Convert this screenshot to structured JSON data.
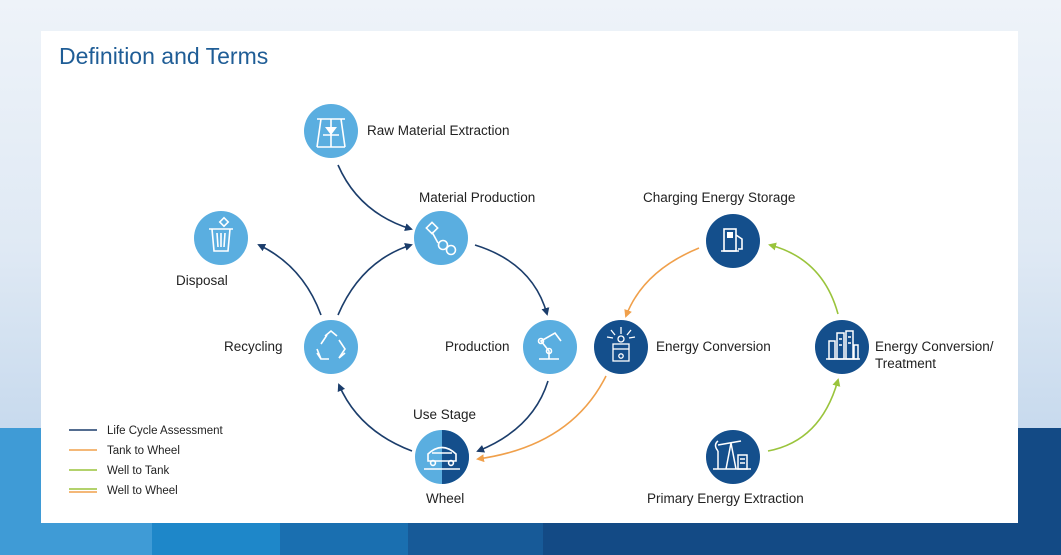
{
  "title": "Definition and Terms",
  "colors": {
    "lca": "#1b3d6b",
    "tank_to_wheel": "#f0a04b",
    "well_to_tank": "#9ac43c",
    "light_node": "#5aaee0",
    "dark_node": "#144f8c"
  },
  "nodes": {
    "raw_material": {
      "label": "Raw Material Extraction",
      "icon": "mine-tower-icon"
    },
    "material_production": {
      "label": "Material Production",
      "icon": "robot-arm-gears-icon"
    },
    "production": {
      "label": "Production",
      "icon": "robot-arm-icon"
    },
    "use_stage": {
      "label": "Use Stage",
      "sublabel": "Wheel",
      "icon": "car-icon"
    },
    "recycling": {
      "label": "Recycling",
      "icon": "recycle-icon"
    },
    "disposal": {
      "label": "Disposal",
      "icon": "trash-bin-icon"
    },
    "charging": {
      "label": "Charging Energy Storage",
      "icon": "fuel-pump-icon"
    },
    "energy_conversion": {
      "label": "Energy Conversion",
      "icon": "sun-panel-icon"
    },
    "conversion_treatment": {
      "label_line1": "Energy Conversion/",
      "label_line2": "Treatment",
      "icon": "refinery-icon"
    },
    "primary_extraction": {
      "label": "Primary Energy Extraction",
      "icon": "pump-jack-icon"
    }
  },
  "legend": [
    {
      "label": "Life Cycle Assessment",
      "color": "#1b3d6b",
      "double": false
    },
    {
      "label": "Tank to Wheel",
      "color": "#f0a04b",
      "double": false
    },
    {
      "label": "Well to Tank",
      "color": "#9ac43c",
      "double": false
    },
    {
      "label": "Well to Wheel",
      "color": "#9ac43c",
      "color2": "#f0a04b",
      "double": true
    }
  ]
}
